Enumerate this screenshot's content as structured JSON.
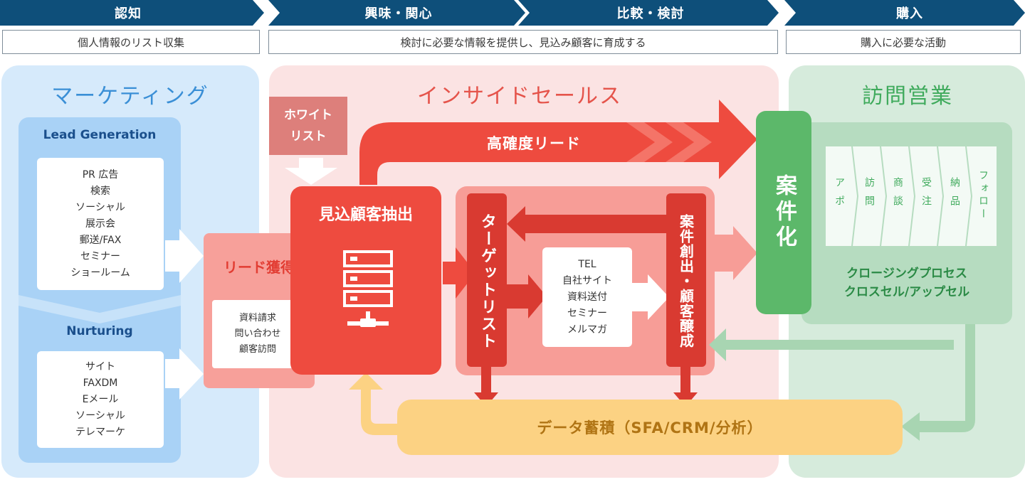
{
  "stages": [
    {
      "label": "認知",
      "description": "個人情報のリスト収集"
    },
    {
      "label": "興味・関心"
    },
    {
      "label": "比較・検討",
      "description": "検討に必要な情報を提供し、見込み顧客に育成する"
    },
    {
      "label": "購入",
      "description": "購入に必要な活動"
    }
  ],
  "marketing": {
    "title": "マーケティング",
    "lead_generation": {
      "title": "Lead Generation",
      "items": [
        "PR 広告",
        "検索",
        "ソーシャル",
        "展示会",
        "郵送/FAX",
        "セミナー",
        "ショールーム"
      ]
    },
    "nurturing": {
      "title": "Nurturing",
      "items": [
        "サイト",
        "FAXDM",
        "Eメール",
        "ソーシャル",
        "テレマーケ"
      ]
    }
  },
  "inside_sales": {
    "title": "インサイドセールス",
    "white_list": [
      "ホワイト",
      "リスト"
    ],
    "high_accuracy_lead": "高確度リード",
    "lead_acquisition": {
      "title": "リード獲得",
      "items": [
        "資料請求",
        "問い合わせ",
        "顧客訪問"
      ]
    },
    "prospect_extraction": "見込顧客抽出",
    "target_list": "ターゲットリスト",
    "channels": [
      "TEL",
      "自社サイト",
      "資料送付",
      "セミナー",
      "メルマガ"
    ],
    "deal_creation": "案件創出・顧客醸成",
    "data_storage": "データ蓄積（SFA/CRM/分析）"
  },
  "field_sales": {
    "title": "訪問営業",
    "deal": "案件化",
    "steps": [
      "アポ",
      "訪問",
      "商談",
      "受注",
      "納品",
      "フォロー"
    ],
    "closing": [
      "クロージングプロセス",
      "クロスセル/アップセル"
    ]
  },
  "colors": {
    "stage_navy": "#0e4f7a",
    "marketing_bg": "#d6eafb",
    "marketing_title": "#3a8fd6",
    "inside_bg": "#fbe3e3",
    "inside_title": "#e5544b",
    "field_bg": "#d6ebdc",
    "field_title": "#3faa5c",
    "red": "#ee4b3f",
    "green": "#5cb86a",
    "data_yellow": "#fcd283"
  }
}
